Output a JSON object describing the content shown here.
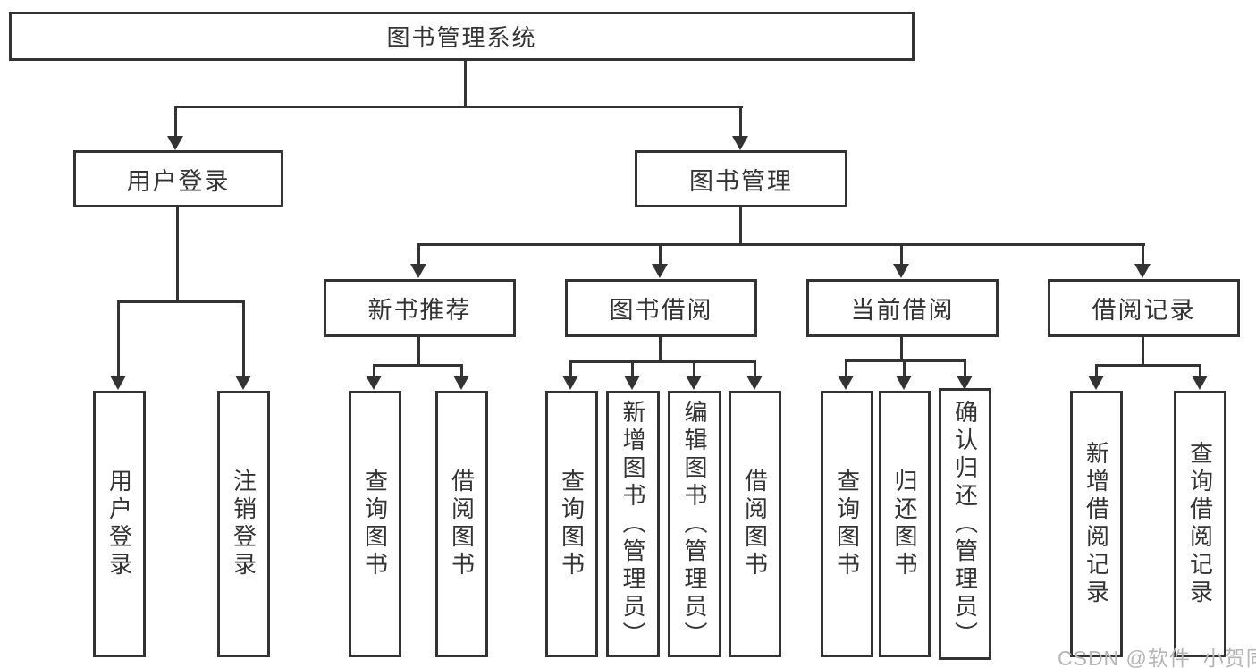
{
  "tree": {
    "label": "图书管理系统",
    "children": [
      {
        "label": "用户登录",
        "children": [
          {
            "label": "用户登录"
          },
          {
            "label": "注销登录"
          }
        ]
      },
      {
        "label": "图书管理",
        "children": [
          {
            "label": "新书推荐",
            "children": [
              {
                "label": "查询图书"
              },
              {
                "label": "借阅图书"
              }
            ]
          },
          {
            "label": "图书借阅",
            "children": [
              {
                "label": "查询图书"
              },
              {
                "label": "新增图书（管理员）"
              },
              {
                "label": "编辑图书（管理员）"
              },
              {
                "label": "借阅图书"
              }
            ]
          },
          {
            "label": "当前借阅",
            "children": [
              {
                "label": "查询图书"
              },
              {
                "label": "归还图书"
              },
              {
                "label": "确认归还（管理员）"
              }
            ]
          },
          {
            "label": "借阅记录",
            "children": [
              {
                "label": "新增借阅记录"
              },
              {
                "label": "查询借阅记录"
              }
            ]
          }
        ]
      }
    ]
  },
  "watermark": {
    "text": "CSDN @软件_小贺同学"
  },
  "colors": {
    "line": "#333333",
    "text": "#333333",
    "background": "#ffffff",
    "watermark": "#b5b5b5"
  }
}
